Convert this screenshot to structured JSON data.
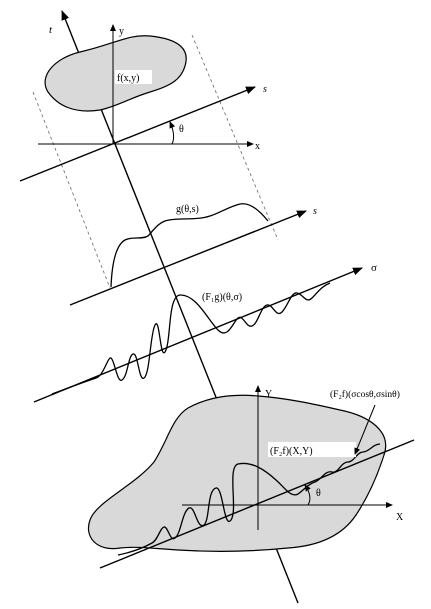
{
  "labels": {
    "t": "t",
    "y_top": "y",
    "s_top": "s",
    "x_top": "x",
    "theta_top": "θ",
    "f_xy": "f(x,y)",
    "g_theta_s": "g(θ,s)",
    "s_mid": "s",
    "sigma": "σ",
    "f1g": "(F₁g)(θ,σ)",
    "Y": "Y",
    "F2f_expr": "(F₂f)(σcosθ,σsinθ)",
    "F2f_XY": "(F₂f)(X,Y)",
    "theta_bottom": "θ",
    "X": "X"
  },
  "colors": {
    "region_fill": "#d9d9d9",
    "line": "#000000",
    "guide": "#666666"
  }
}
